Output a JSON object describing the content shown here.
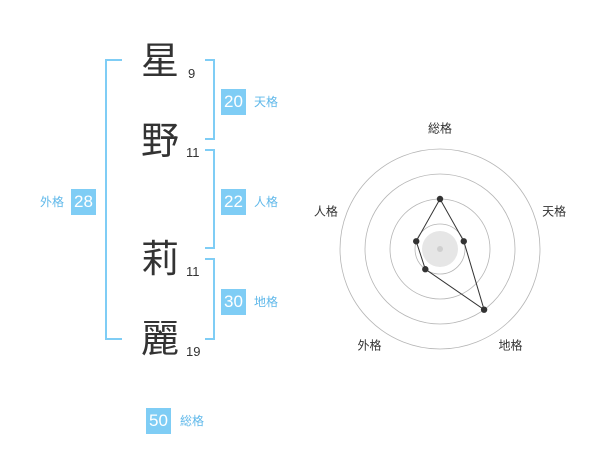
{
  "accent_color": "#7fcdf5",
  "label_color": "#5fb8ea",
  "name_chars": [
    {
      "char": "星",
      "strokes": "9"
    },
    {
      "char": "野",
      "strokes": "11"
    },
    {
      "char": "莉",
      "strokes": "11"
    },
    {
      "char": "麗",
      "strokes": "19"
    }
  ],
  "kaku": {
    "tenkaku": {
      "value": "20",
      "label": "天格"
    },
    "jinkaku": {
      "value": "22",
      "label": "人格"
    },
    "chikaku": {
      "value": "30",
      "label": "地格"
    },
    "gaikaku": {
      "value": "28",
      "label": "外格"
    },
    "soukaku": {
      "value": "50",
      "label": "総格"
    }
  },
  "radar": {
    "axes": [
      "総格",
      "天格",
      "地格",
      "外格",
      "人格"
    ],
    "rings": 4,
    "max": 4,
    "values": [
      2,
      1,
      3,
      1,
      1
    ]
  }
}
